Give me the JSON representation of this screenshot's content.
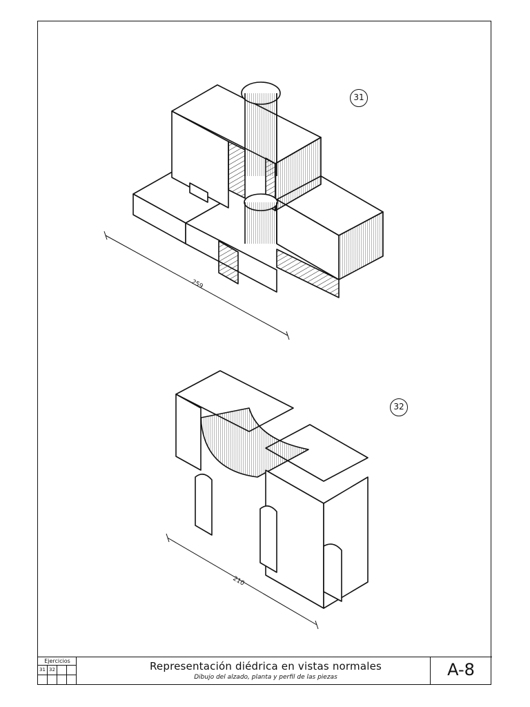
{
  "figures": [
    {
      "number": "31",
      "dimension": "259"
    },
    {
      "number": "32",
      "dimension": "210"
    }
  ],
  "title_block": {
    "exercises_label": "Ejercicios",
    "exercise_numbers": [
      "31",
      "32"
    ],
    "title": "Representación diédrica en vistas normales",
    "subtitle": "Dibujo del alzado, planta y perfil de las piezas",
    "sheet_code": "A-8"
  }
}
